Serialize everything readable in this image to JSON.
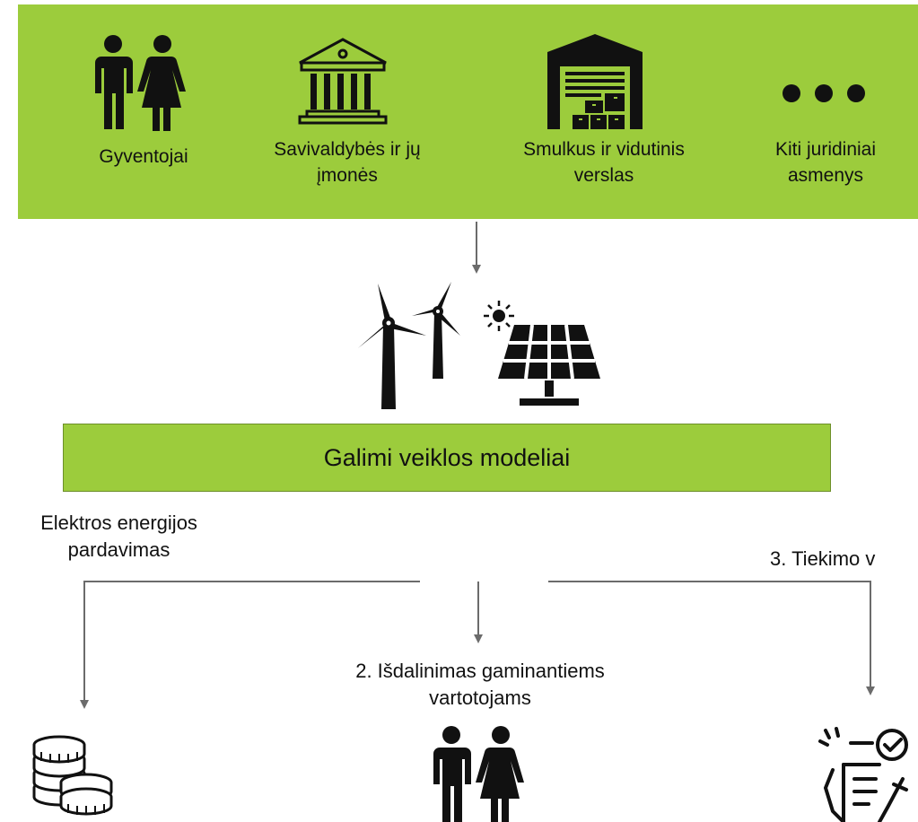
{
  "top_categories": [
    {
      "label": "Gyventojai",
      "icon": "people-icon"
    },
    {
      "label": "Savivaldybės  ir jų\nįmonės",
      "icon": "government-building-icon"
    },
    {
      "label": "Smulkus ir vidutinis\nverslas",
      "icon": "warehouse-icon"
    },
    {
      "label": "Kiti juridiniai\nasmenys",
      "icon": "ellipsis-icon"
    }
  ],
  "center_icons": [
    "wind-turbines-icon",
    "sun-icon",
    "solar-panel-icon"
  ],
  "models_title": "Galimi veiklos modeliai",
  "models": {
    "left_label": "Elektros  energijos\npardavimas",
    "center_label": "2. Išdalinimas  gaminantiems\nvartotojams",
    "right_label": "3. Tiekimo  v"
  },
  "bottom_icons": [
    "coins-icon",
    "people-icon",
    "contract-icon"
  ],
  "colors": {
    "band": "#9ccc3c",
    "line": "#6b6b6b"
  }
}
